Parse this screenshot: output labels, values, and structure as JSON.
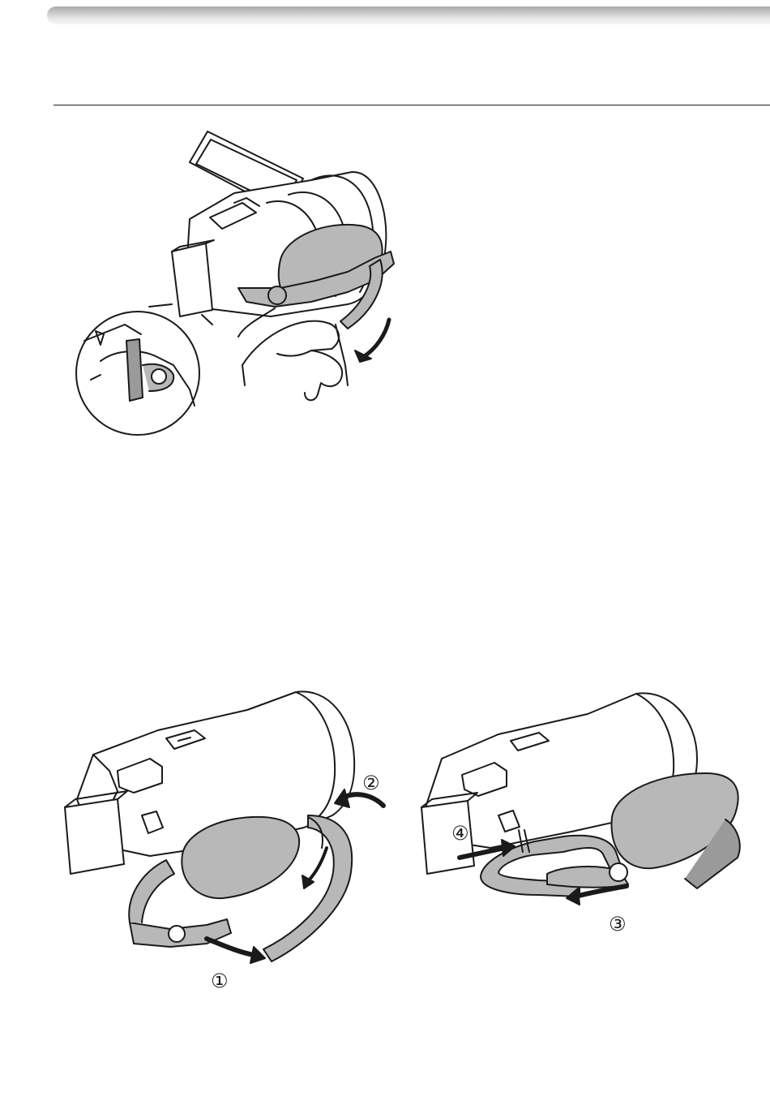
{
  "figures": {
    "top": {
      "description_icons": [
        "camcorder-icon",
        "hand-icon",
        "strap-icon",
        "arrow-icon"
      ]
    },
    "bottom_left": {
      "steps": [
        {
          "label": "①"
        },
        {
          "label": "②"
        }
      ]
    },
    "bottom_right": {
      "steps": [
        {
          "label": "③"
        },
        {
          "label": "④"
        }
      ]
    }
  },
  "colors": {
    "line": "#1a1a1a",
    "strap_fill": "#b8b8b8",
    "strap_dark": "#9a9a9a",
    "body_fill": "#ffffff"
  }
}
